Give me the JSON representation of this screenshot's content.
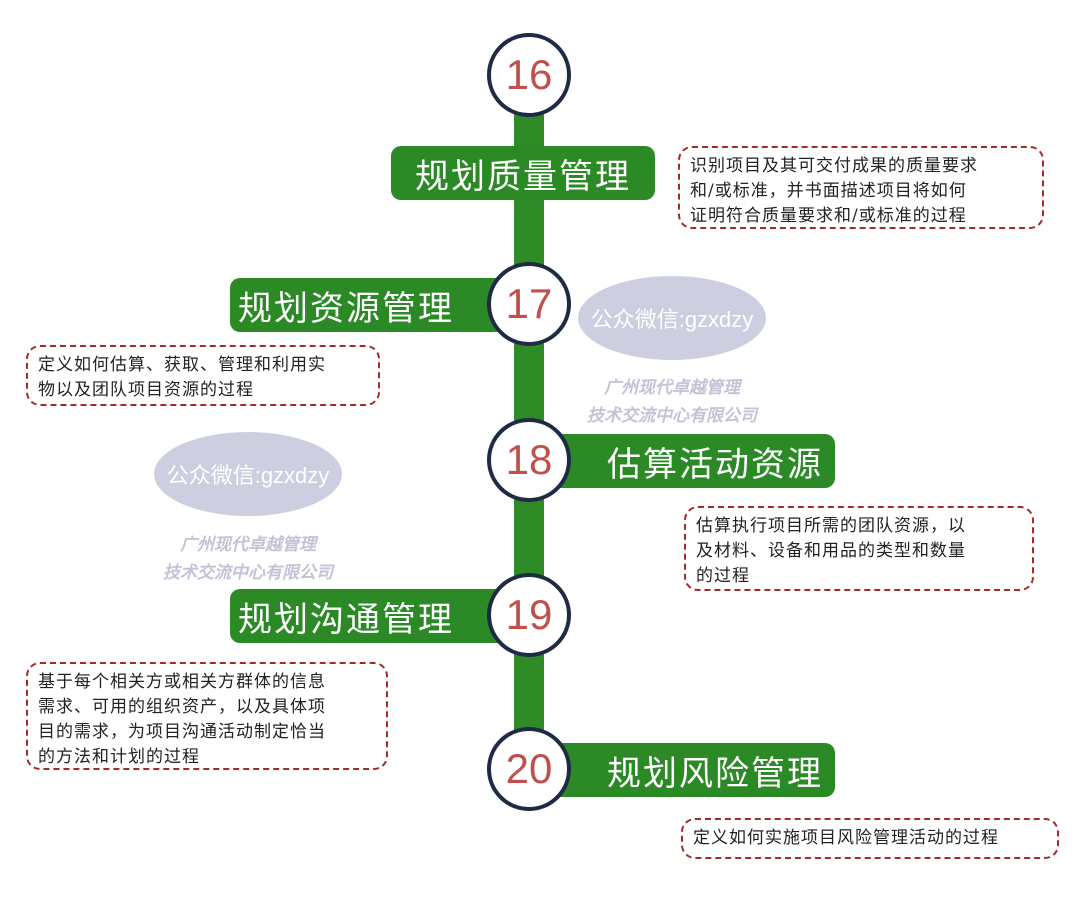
{
  "steps": [
    {
      "number": "16",
      "title": "规划质量管理",
      "description": "识别项目及其可交付成果的质量要求\n和/或标准，并书面描述项目将如何\n证明符合质量要求和/或标准的过程"
    },
    {
      "number": "17",
      "title": "规划资源管理",
      "description": "定义如何估算、获取、管理和利用实\n物以及团队项目资源的过程"
    },
    {
      "number": "18",
      "title": "估算活动资源",
      "description": "估算执行项目所需的团队资源，以\n及材料、设备和用品的类型和数量\n的过程"
    },
    {
      "number": "19",
      "title": "规划沟通管理",
      "description": "基于每个相关方或相关方群体的信息\n需求、可用的组织资产，以及具体项\n目的需求，为项目沟通活动制定恰当\n的方法和计划的过程"
    },
    {
      "number": "20",
      "title": "规划风险管理",
      "description": "定义如何实施项目风险管理活动的过程"
    }
  ],
  "watermarks": [
    {
      "oval": "公众微信:gzxdzy",
      "text": "广州现代卓越管理\n技术交流中心有限公司"
    },
    {
      "oval": "公众微信:gzxdzy",
      "text": "广州现代卓越管理\n技术交流中心有限公司"
    }
  ],
  "colors": {
    "green": "#2b8a26",
    "number_red": "#c0504d",
    "circle_border": "#1f2a44",
    "dash_border": "#a52a2a"
  }
}
